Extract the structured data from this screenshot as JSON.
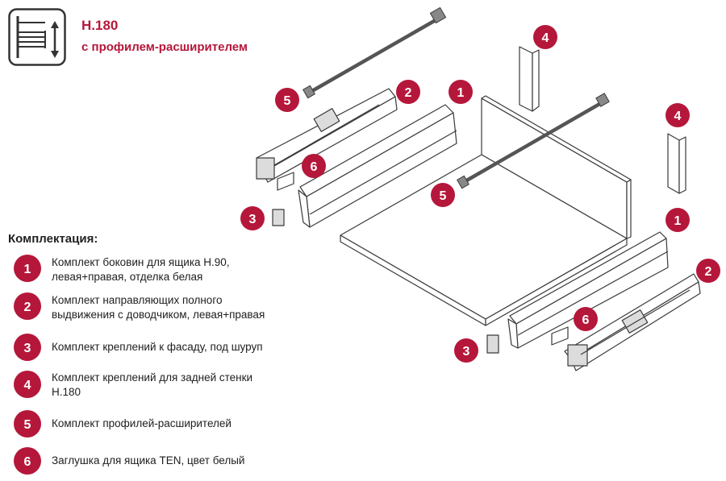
{
  "accent_color": "#b5173a",
  "header": {
    "icon": "drawer-height-icon",
    "title": "H.180",
    "subtitle": "с профилем-расширителем"
  },
  "parts_list": {
    "heading": "Комплектация:",
    "items": [
      {
        "number": "1",
        "lines": [
          "Комплект боковин для ящика H.90,",
          "левая+правая, отделка белая"
        ]
      },
      {
        "number": "2",
        "lines": [
          "Комплект направляющих полного",
          "выдвижения с доводчиком, левая+правая"
        ]
      },
      {
        "number": "3",
        "lines": [
          "Комплект креплений к фасаду, под шуруп"
        ]
      },
      {
        "number": "4",
        "lines": [
          "Комплект креплений для задней стенки",
          "H.180"
        ]
      },
      {
        "number": "5",
        "lines": [
          "Комплект профилей-расширителей"
        ]
      },
      {
        "number": "6",
        "lines": [
          "Заглушка для ящика TEN, цвет белый"
        ]
      }
    ]
  },
  "diagram_callouts": [
    "5",
    "2",
    "1",
    "4",
    "4",
    "6",
    "5",
    "3",
    "1",
    "2",
    "6",
    "3"
  ]
}
